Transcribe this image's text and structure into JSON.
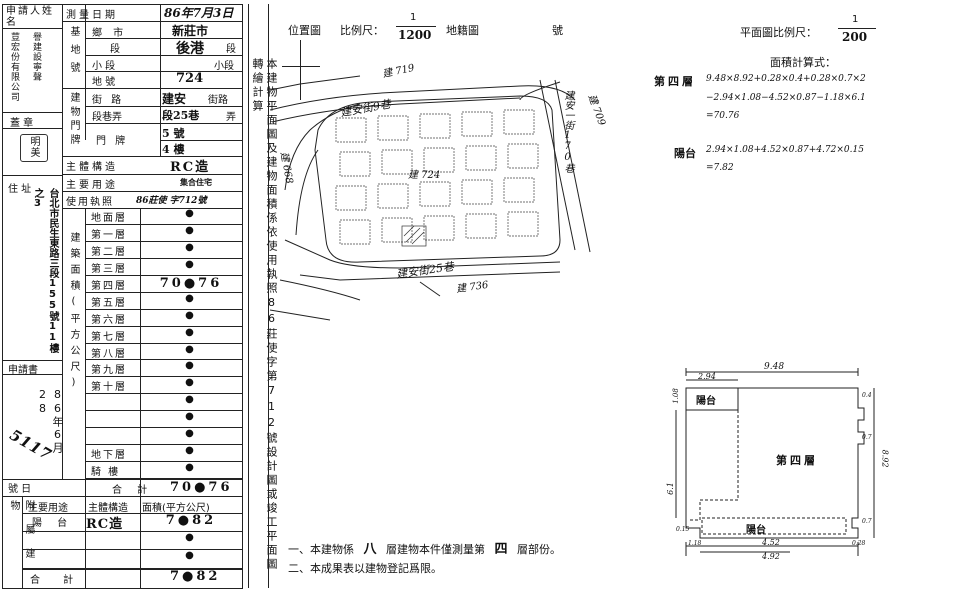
{
  "applicant_name_label": "申請人姓名",
  "applicant_name": "荳宏份有限公司",
  "applicant_name_2": "譽建設寧聲",
  "seal_label": "蓋 章",
  "seal_text": "明美",
  "address_label": "住 址",
  "address_value": "台北市民生東路三段155號11樓之3",
  "apply_book_label": "申請書",
  "apply_no_label": "號 日",
  "apply_no_value": "5117",
  "apply_date": "86年6月28",
  "survey_date_label": "測量日期",
  "survey_date": "86年7月3日",
  "base_label": "基地號",
  "township_label": "鄉 市",
  "township_value": "新莊市",
  "section_label": "段",
  "section_value": "後港",
  "subsection_label": "小 段",
  "subsection_suffix": "小段",
  "lot_label": "地 號",
  "lot_value": "724",
  "building_label": "建物門牌",
  "street_label": "街 路",
  "street_value": "建安",
  "street_suffix": "街路",
  "lane_label": "段巷弄",
  "lane_value": "段25巷",
  "lane_suffix": "弄",
  "door_label": "門 牌",
  "door_no": "5 號",
  "floor_no": "4 樓",
  "structure_label": "主體構造",
  "structure_value": "RC造",
  "usage_label": "主要用途",
  "usage_value": "集合住宅",
  "license_label": "使用執照",
  "license_value": "86莊使 字712號",
  "area_label": "建築面積(平方公尺)",
  "floors": [
    {
      "name": "地面層",
      "value": "●"
    },
    {
      "name": "第一層",
      "value": "●"
    },
    {
      "name": "第二層",
      "value": "●"
    },
    {
      "name": "第三層",
      "value": "●"
    },
    {
      "name": "第四層",
      "value": "70●76"
    },
    {
      "name": "第五層",
      "value": "●"
    },
    {
      "name": "第六層",
      "value": "●"
    },
    {
      "name": "第七層",
      "value": "●"
    },
    {
      "name": "第八層",
      "value": "●"
    },
    {
      "name": "第九層",
      "value": "●"
    },
    {
      "name": "第十層",
      "value": "●"
    },
    {
      "name": "",
      "value": "●"
    },
    {
      "name": "",
      "value": "●"
    },
    {
      "name": "",
      "value": "●"
    },
    {
      "name": "地下層",
      "value": "●"
    },
    {
      "name": "騎 樓",
      "value": "●"
    }
  ],
  "total_label": "合 計",
  "total_value": "70●76",
  "annex_label": "附屬建物",
  "annex_headers": [
    "主要用途",
    "主體構造",
    "面積(平方公尺)"
  ],
  "annex_rows": [
    {
      "use": "陽 台",
      "struct": "RC造",
      "area": "7●82"
    },
    {
      "use": "",
      "struct": "",
      "area": "●"
    },
    {
      "use": "",
      "struct": "",
      "area": "●"
    }
  ],
  "annex_total_label": "合 計",
  "annex_total_value": "7●82",
  "center_note": "本建物平面圖及建物面積係依使用執照86莊使字第712號設計圖或竣工平面圖轉繪計算",
  "location_map_label": "位置圖",
  "location_scale_label": "比例尺：",
  "location_scale_num": "1",
  "location_scale_den": "1200",
  "cadastral_label": "地籍圖",
  "cadastral_no_label": "號",
  "plan_scale_label": "平面圖比例尺：",
  "plan_scale_num": "1",
  "plan_scale_den": "200",
  "area_calc_label": "面積計算式：",
  "calc_floor_label": "第四層",
  "calc_floor_lines": [
    "9.48×8.92+0.28×0.4+0.28×0.7×2",
    "−2.94×1.08−4.52×0.87−1.18×6.1",
    "=70.76"
  ],
  "calc_balcony_label": "陽台",
  "calc_balcony_lines": [
    "2.94×1.08+4.52×0.87+4.72×0.15",
    "=7.82"
  ],
  "map_labels": {
    "north_road": "建安街9巷",
    "east_road": "建安一街170巷",
    "south_road": "建安街25巷",
    "lot_center": "建 724",
    "lot_719": "建 719",
    "lot_709": "建 709",
    "lot_736": "建 736",
    "lot_668": "建 668"
  },
  "plan_labels": {
    "floor_name": "第四層",
    "balcony_top": "陽台",
    "balcony_bottom": "陽台",
    "dim_top": "9.48",
    "dim_top_left": "2.94",
    "dim_right": "8.92",
    "dim_left": "6.1",
    "dim_bottom": "4.52",
    "dim_bottom_total": "4.92",
    "dim_bl": "0.15",
    "dim_bl2": "1.18",
    "dim_br": "0.28",
    "dim_r1": "0.4",
    "dim_r2": "0.7",
    "dim_r3": "0.7",
    "dim_l_top": "1.08"
  },
  "footnote_1": {
    "prefix": "一、本建物係",
    "floors": "八",
    "mid": "層建物本件僅測量第",
    "floor": "四",
    "suffix": "層部份。"
  },
  "footnote_2": "二、本成果表以建物登記爲限。"
}
